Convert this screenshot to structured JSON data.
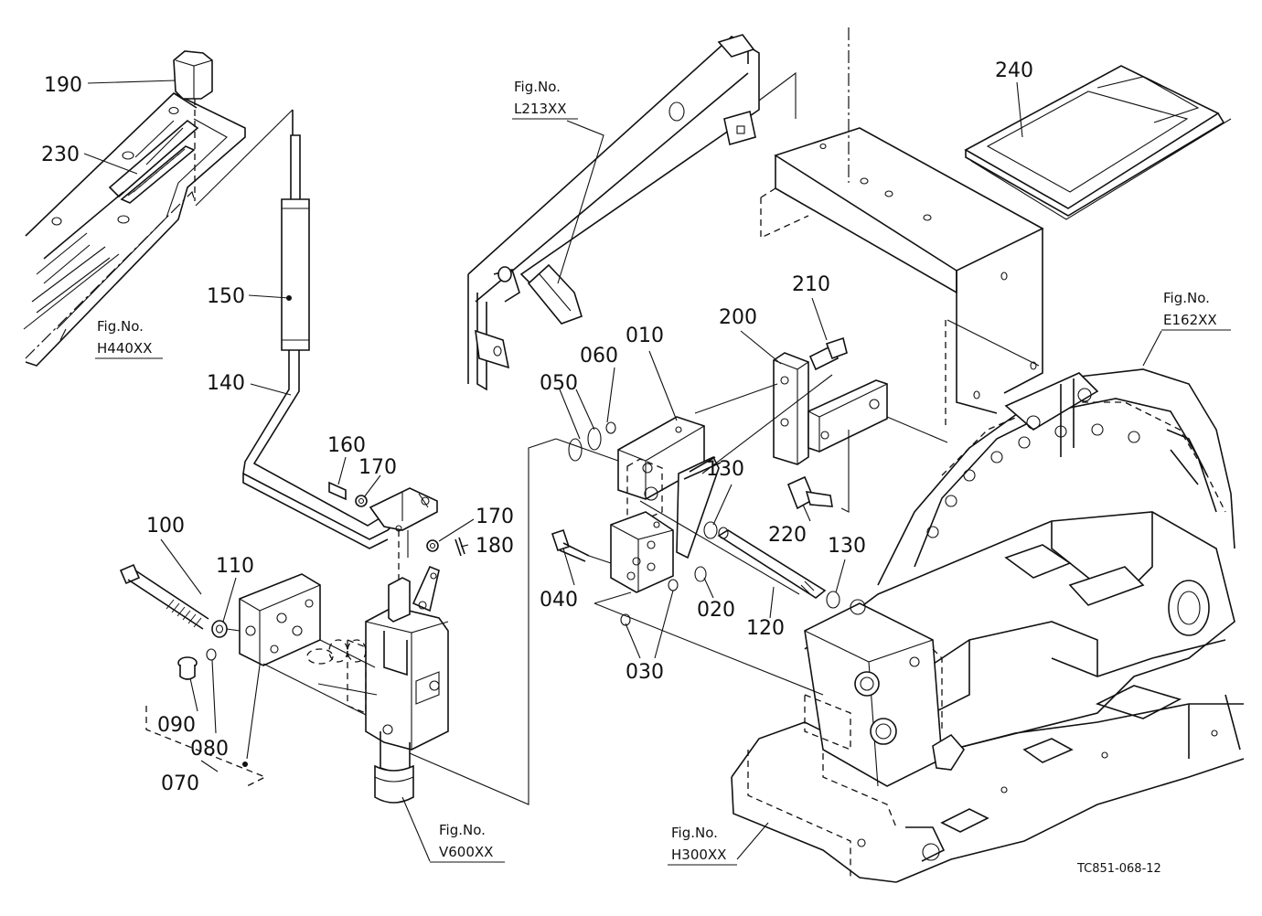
{
  "part_labels": {
    "p190": "190",
    "p230": "230",
    "p150": "150",
    "p140": "140",
    "p160": "160",
    "p170a": "170",
    "p170b": "170",
    "p180": "180",
    "p100": "100",
    "p110": "110",
    "p090": "090",
    "p080": "080",
    "p070": "070",
    "p010": "010",
    "p060": "060",
    "p050": "050",
    "p040": "040",
    "p030": "030",
    "p020": "020",
    "p130a": "130",
    "p130b": "130",
    "p120": "120",
    "p200": "200",
    "p210": "210",
    "p220": "220",
    "p240": "240"
  },
  "fig_refs": {
    "h440": {
      "title": "Fig.No.",
      "code": "H440XX"
    },
    "l213": {
      "title": "Fig.No.",
      "code": "L213XX"
    },
    "e162": {
      "title": "Fig.No.",
      "code": "E162XX"
    },
    "v600": {
      "title": "Fig.No.",
      "code": "V600XX"
    },
    "h300": {
      "title": "Fig.No.",
      "code": "H300XX"
    }
  },
  "drawing_code": "TC851-068-12"
}
